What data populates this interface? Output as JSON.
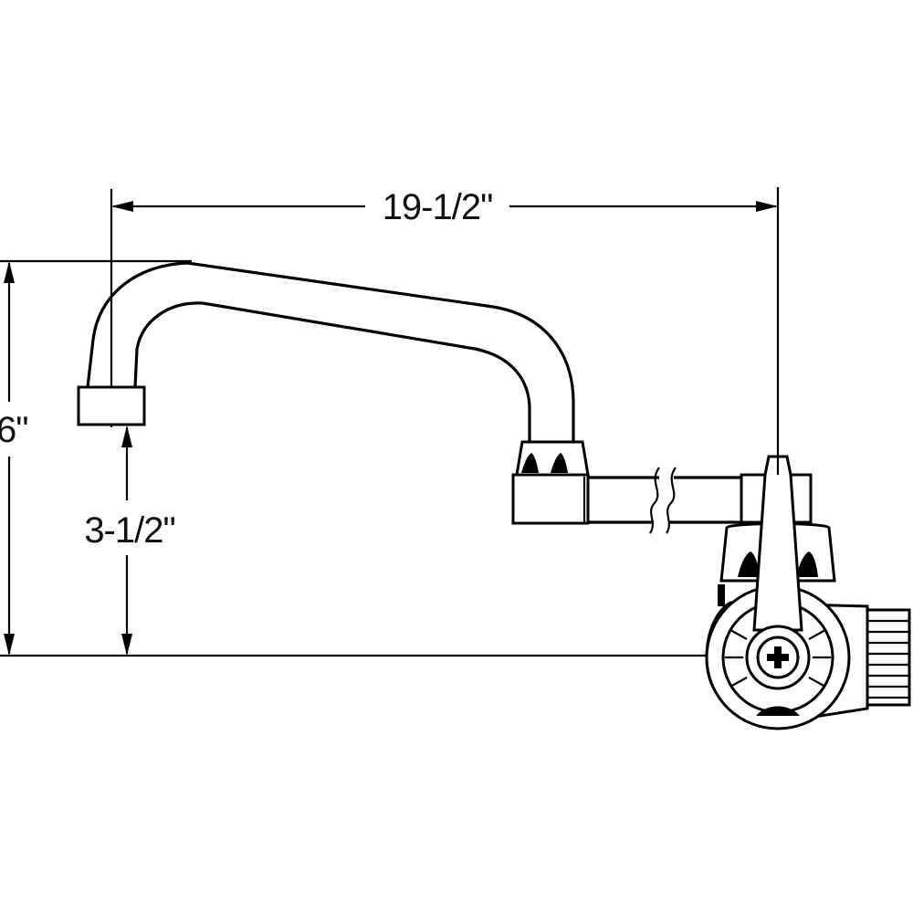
{
  "dimensions": {
    "overall_reach": "19-1/2\"",
    "overall_height": "6\"",
    "outlet_clearance": "3-1/2\""
  },
  "colors": {
    "line": "#000000",
    "background": "#ffffff"
  }
}
